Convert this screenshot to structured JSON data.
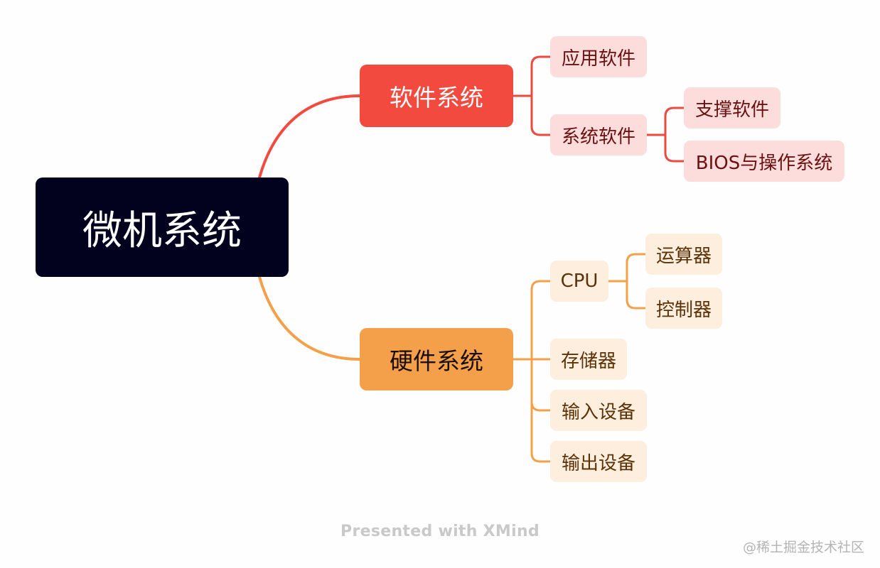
{
  "mindmap": {
    "root": "微机系统",
    "software": {
      "label": "软件系统",
      "children": {
        "application": "应用软件",
        "system": "系统软件",
        "support": "支撑软件",
        "bios_os": "BIOS与操作系统"
      }
    },
    "hardware": {
      "label": "硬件系统",
      "children": {
        "cpu": "CPU",
        "alu": "运算器",
        "controller": "控制器",
        "memory": "存储器",
        "input": "输入设备",
        "output": "输出设备"
      }
    }
  },
  "colors": {
    "root": "#02021f",
    "software": "#f24a3f",
    "software_sub": "#fddcdc",
    "hardware": "#f4a04a",
    "hardware_sub": "#fdeedd"
  },
  "watermarks": {
    "xmind": "Presented with XMind",
    "juejin": "@稀土掘金技术社区"
  }
}
